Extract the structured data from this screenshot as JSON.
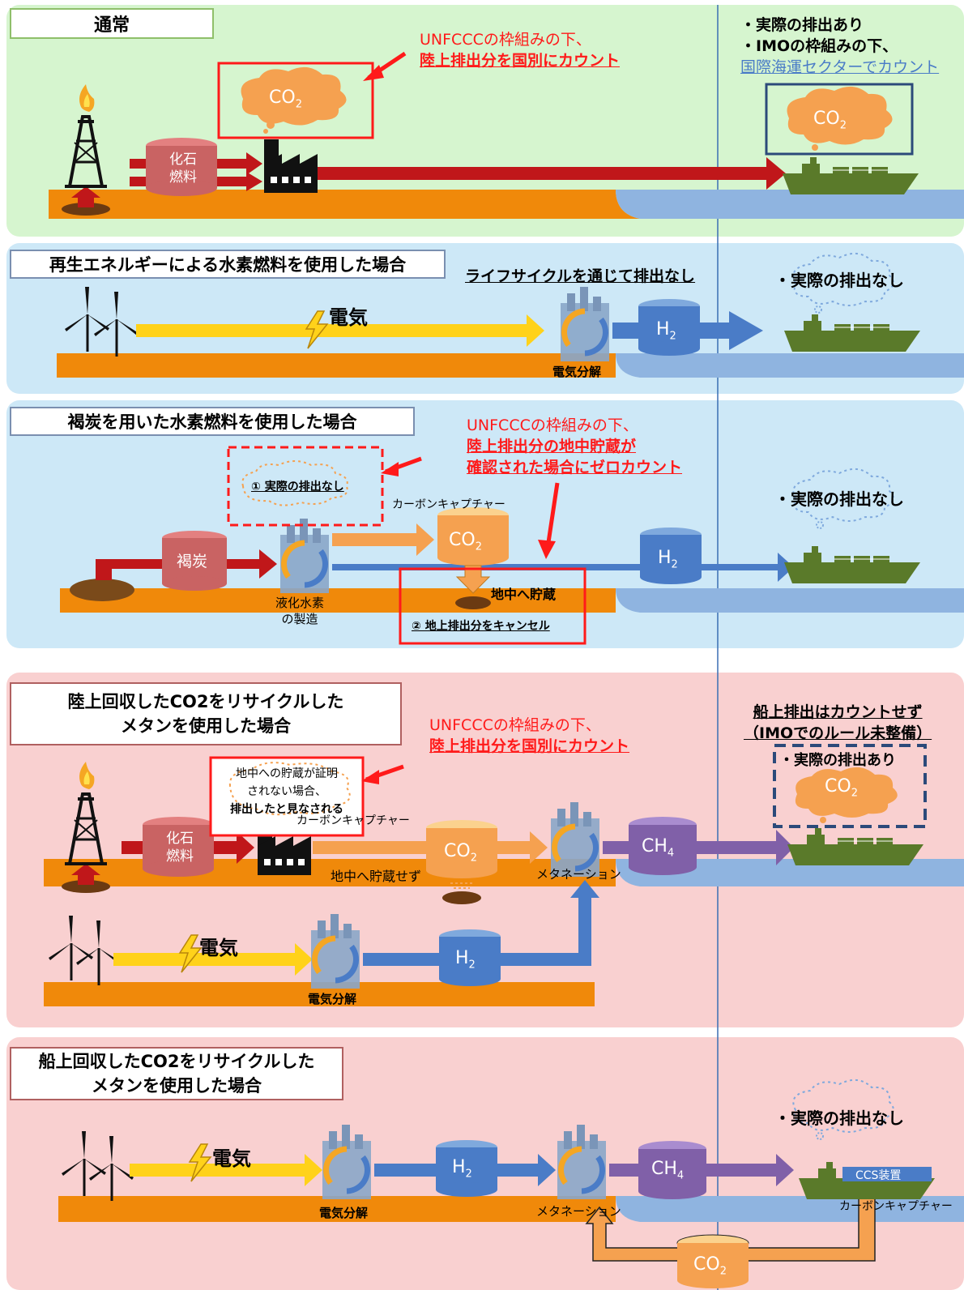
{
  "colors": {
    "green_panel": "#d6f5cf",
    "blue_panel": "#cde8f7",
    "pink_panel": "#f9d0d0",
    "ground": "#f0890a",
    "sea": "#8fb4e0",
    "red_arrow": "#c0171a",
    "blue_arrow": "#4a7cc7",
    "yellow_arrow": "#ffd21a",
    "orange_arrow": "#f5a150",
    "purple_arrow": "#8060a8",
    "annotation_red": "#ff1a1a",
    "ship_green": "#5a7a2a"
  },
  "co2_label": "CO",
  "co2_sub": "2",
  "h2_label": "H",
  "h2_sub": "2",
  "ch4_label": "CH",
  "ch4_sub": "4",
  "s1": {
    "title": "通常",
    "ann1": "UNFCCCの枠組みの下、",
    "ann2": "陸上排出分を国別にカウント",
    "fuel1": "化石",
    "fuel2": "燃料",
    "right1": "・実際の排出あり",
    "right2": "・IMOの枠組みの下、",
    "right3": "国際海運セクターでカウント"
  },
  "s2": {
    "title": "再生エネルギーによる水素燃料を使用した場合",
    "lifecycle": "ライフサイクルを通じて排出なし",
    "elec": "電気",
    "electrolysis": "電気分解",
    "right": "・実際の排出なし"
  },
  "s3": {
    "title": "褐炭を用いた水素燃料を使用した場合",
    "ann1": "UNFCCCの枠組みの下、",
    "ann2": "陸上排出分の地中貯蔵が",
    "ann3": "確認された場合にゼロカウント",
    "no_emission": "① 実際の排出なし",
    "capture": "カーボンキャプチャー",
    "coal": "褐炭",
    "store": "地中へ貯蔵",
    "cancel": "② 地上排出分をキャンセル",
    "plant1": "液化水素",
    "plant2": "の製造",
    "right": "・実際の排出なし"
  },
  "s4": {
    "title1": "陸上回収したCO2をリサイクルした",
    "title2": "メタンを使用した場合",
    "ann1": "UNFCCCの枠組みの下、",
    "ann2": "陸上排出分を国別にカウント",
    "box1": "地中への貯蔵が証明",
    "box2": "されない場合、",
    "box3": "排出したと見なされる",
    "capture": "カーボンキャプチャー",
    "fuel1": "化石",
    "fuel2": "燃料",
    "no_store": "地中へ貯蔵せず",
    "methanation": "メタネーション",
    "elec": "電気",
    "electrolysis": "電気分解",
    "right1": "船上排出はカウントせず",
    "right2": "（IMOでのルール未整備）",
    "right3": "・実際の排出あり"
  },
  "s5": {
    "title1": "船上回収したCO2をリサイクルした",
    "title2": "メタンを使用した場合",
    "elec": "電気",
    "electrolysis": "電気分解",
    "methanation": "メタネーション",
    "ccs": "CCS装置",
    "capture": "カーボンキャプチャー",
    "right": "・実際の排出なし"
  }
}
